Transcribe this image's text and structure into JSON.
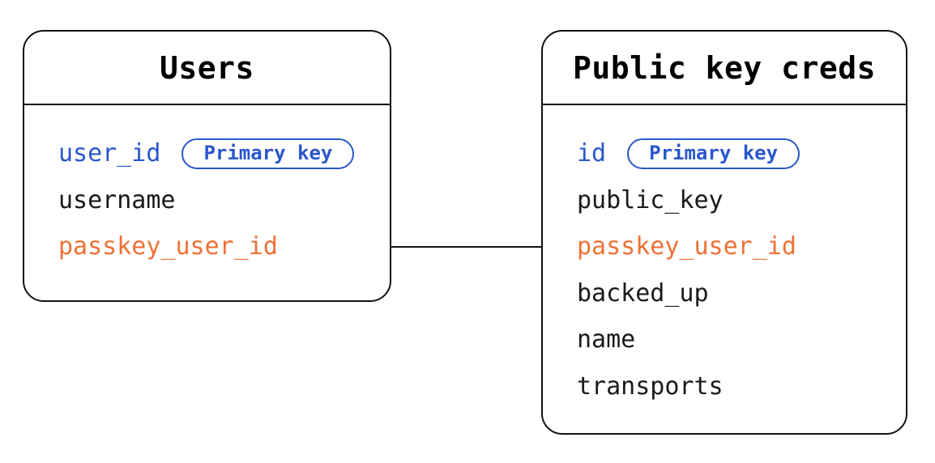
{
  "entities": [
    {
      "title": "Users",
      "fields": [
        {
          "name": "user_id",
          "color": "blue",
          "badge": "Primary key"
        },
        {
          "name": "username",
          "color": "black"
        },
        {
          "name": "passkey_user_id",
          "color": "orange"
        }
      ]
    },
    {
      "title": "Public key creds",
      "fields": [
        {
          "name": "id",
          "color": "blue",
          "badge": "Primary key"
        },
        {
          "name": "public_key",
          "color": "black"
        },
        {
          "name": "passkey_user_id",
          "color": "orange"
        },
        {
          "name": "backed_up",
          "color": "black"
        },
        {
          "name": "name",
          "color": "black"
        },
        {
          "name": "transports",
          "color": "black"
        }
      ]
    }
  ],
  "relationship": {
    "from": "Users.passkey_user_id",
    "to": "Public key creds.passkey_user_id"
  },
  "colors": {
    "blue": "#2a57cb",
    "orange": "#ee7137",
    "black": "#1a1a1a",
    "line": "#111111",
    "background": "#ffffff"
  }
}
